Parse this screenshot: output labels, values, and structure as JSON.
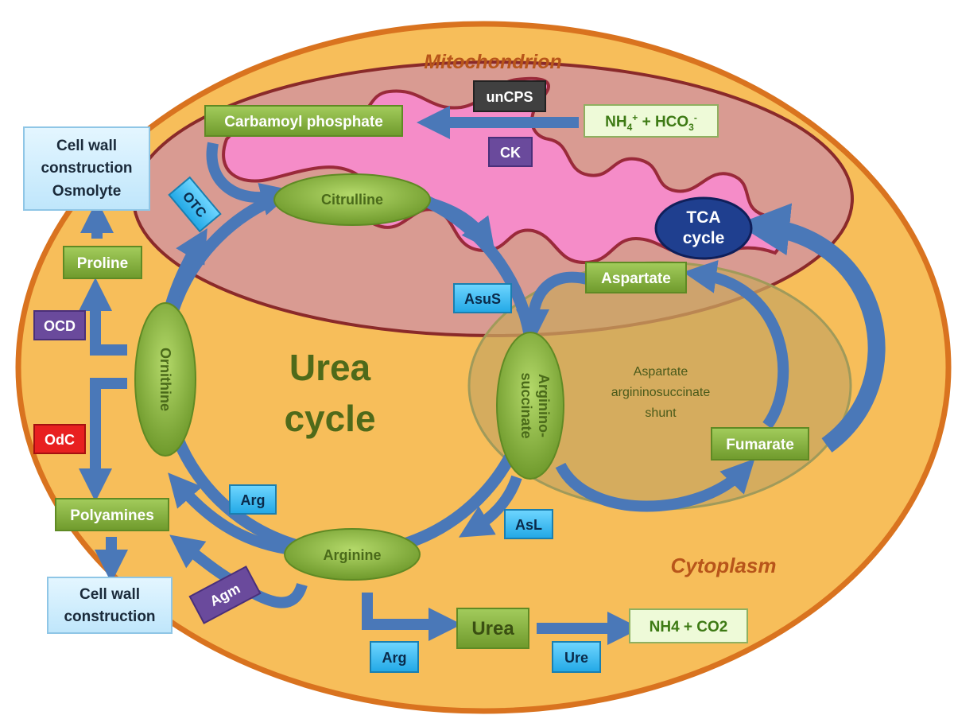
{
  "regions": {
    "mitochondrion": "Mitochondrion",
    "cytoplasm": "Cytoplasm"
  },
  "title": {
    "line1": "Urea",
    "line2": "cycle"
  },
  "compounds": {
    "carbamoyl_phosphate": "Carbamoyl phosphate",
    "nh4_base": "NH",
    "nh4_sub": "4",
    "nh4_sup": "+",
    "plus_hco3": " + HCO",
    "hco3_sub": "3",
    "hco3_sup": "-",
    "citrulline": "Citrulline",
    "tca_line1": "TCA",
    "tca_line2": "cycle",
    "aspartate": "Aspartate",
    "argininosuccinate_line1": "Arginino-",
    "argininosuccinate_line2": "succinate",
    "fumarate": "Fumarate",
    "arginine": "Arginine",
    "ornithine": "Ornithine",
    "proline": "Proline",
    "polyamines": "Polyamines",
    "urea": "Urea",
    "nh4_co2": "NH4 + CO2"
  },
  "outputs": {
    "cell_wall_osmolyte": [
      "Cell wall",
      "construction",
      "Osmolyte"
    ],
    "cell_wall_construction": [
      "Cell wall",
      "construction"
    ]
  },
  "shunt": [
    "Aspartate",
    "argininosuccinate",
    "shunt"
  ],
  "enzymes": {
    "uncps": "unCPS",
    "ck": "CK",
    "otc": "OTC",
    "asus": "AsuS",
    "asl": "AsL",
    "arg_cycle": "Arg",
    "arg_urea": "Arg",
    "ure": "Ure",
    "agm": "Agm",
    "ocd": "OCD",
    "odc": "OdC"
  },
  "colors": {
    "cell_fill": "#f7be5a",
    "cell_border": "#d9731f",
    "mito_fill": "#d99b92",
    "mito_border": "#8a2a2a",
    "cristae_fill": "#f58cc8",
    "green_box": "#86b040",
    "enzyme_blue": "#33b8f0",
    "enzyme_purple": "#6a4a9c",
    "enzyme_red": "#e82020",
    "enzyme_dark": "#404040",
    "arrow_blue": "#4a78b8",
    "title_green": "#4f6a1a",
    "tca_fill": "#1f3f8f"
  }
}
